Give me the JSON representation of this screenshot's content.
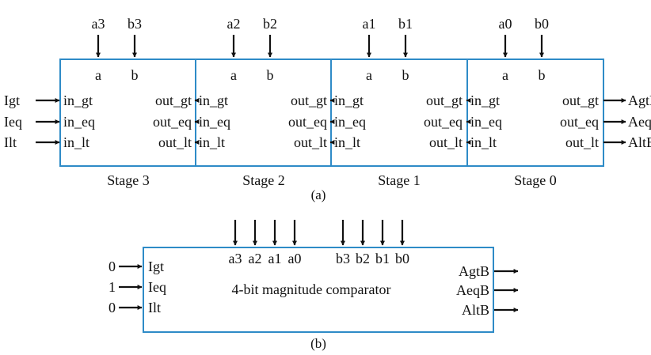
{
  "colors": {
    "box_border": "#2e8bc7",
    "ink": "#111111"
  },
  "part_a": {
    "caption": "(a)",
    "inputs": [
      "Igt",
      "Ieq",
      "Ilt"
    ],
    "outputs": [
      "AgtB",
      "AeqB",
      "AltB"
    ],
    "port_labels": {
      "a": "a",
      "b": "b",
      "in_gt": "in_gt",
      "in_eq": "in_eq",
      "in_lt": "in_lt",
      "out_gt": "out_gt",
      "out_eq": "out_eq",
      "out_lt": "out_lt"
    },
    "stages": [
      {
        "name": "Stage 3",
        "a_input": "a3",
        "b_input": "b3"
      },
      {
        "name": "Stage 2",
        "a_input": "a2",
        "b_input": "b2"
      },
      {
        "name": "Stage 1",
        "a_input": "a1",
        "b_input": "b1"
      },
      {
        "name": "Stage 0",
        "a_input": "a0",
        "b_input": "b0"
      }
    ]
  },
  "part_b": {
    "caption": "(b)",
    "title": "4-bit magnitude comparator",
    "a_bits": [
      "a3",
      "a2",
      "a1",
      "a0"
    ],
    "b_bits": [
      "b3",
      "b2",
      "b1",
      "b0"
    ],
    "inputs": [
      {
        "value": "0",
        "label": "Igt"
      },
      {
        "value": "1",
        "label": "Ieq"
      },
      {
        "value": "0",
        "label": "Ilt"
      }
    ],
    "outputs": [
      "AgtB",
      "AeqB",
      "AltB"
    ]
  }
}
